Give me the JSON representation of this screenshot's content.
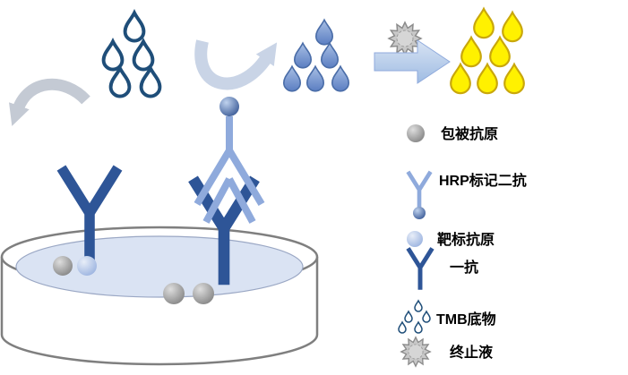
{
  "legend": {
    "items": [
      {
        "id": "coating-antigen",
        "label": "包被抗原",
        "icon": "gray-sphere"
      },
      {
        "id": "hrp-secondary",
        "label": "HRP标记二抗",
        "icon": "light-blue-antibody-with-hrp-sphere"
      },
      {
        "id": "target-antigen",
        "label": "靶标抗原",
        "icon": "light-blue-sphere"
      },
      {
        "id": "primary-antibody",
        "label": "一抗",
        "icon": "dark-blue-antibody"
      },
      {
        "id": "tmb-substrate",
        "label": "TMB底物",
        "icon": "outlined-droplets"
      },
      {
        "id": "stop-solution",
        "label": "终止液",
        "icon": "gray-starburst"
      }
    ]
  },
  "colors": {
    "antibody_dark_blue": "#2E5597",
    "droplet_outline_blue": "#1F4E79",
    "secondary_light_blue": "#8FAADC",
    "droplet_fill_blue": "#7D9CD6",
    "result_yellow": "#FFF100",
    "yellow_outline": "#C9A70B",
    "antigen_gray": "#8C8C8C",
    "dish_liquid": "#DAE3F3",
    "dish_outline": "#7F7F7F",
    "arrow_gray": "#C4CAD4",
    "arrow_light_blue": "#C9D4E6",
    "block_arrow_blue": "#A9C4E8"
  }
}
